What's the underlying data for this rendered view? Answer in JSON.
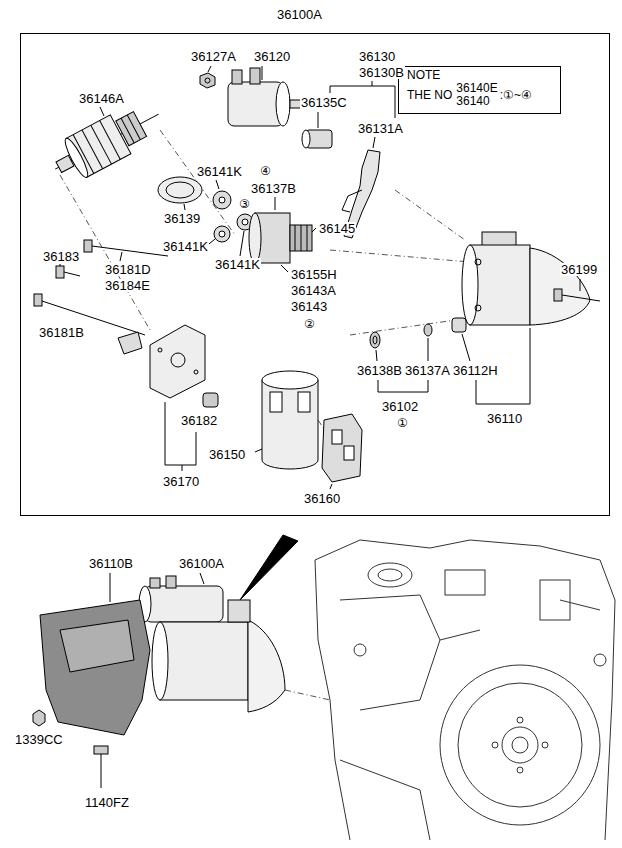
{
  "diagram": {
    "nodes": [
      {
        "text": [
          "36100A"
        ]
      },
      {
        "text": [
          "NOTE",
          "THE NO",
          "36140E",
          "36140",
          ":①~④"
        ],
        "in": 0
      }
    ],
    "labels": [
      "36146A",
      "36127A",
      "36120",
      "36130",
      "36130B",
      "36135C",
      "36131A",
      "36141K",
      "④",
      "36137B",
      "③",
      "36145",
      "36139",
      "36141K",
      "36141K",
      "36183",
      "36181D",
      "36184E",
      "36181B",
      "36155H",
      "36143A",
      "36143",
      "②",
      "36199",
      "36138B",
      "36137A",
      "36112H",
      "36102",
      "①",
      "36110",
      "36182",
      "36150",
      "36170",
      "36160",
      "36110B",
      "36100A",
      "1339CC",
      "1140FZ"
    ]
  }
}
